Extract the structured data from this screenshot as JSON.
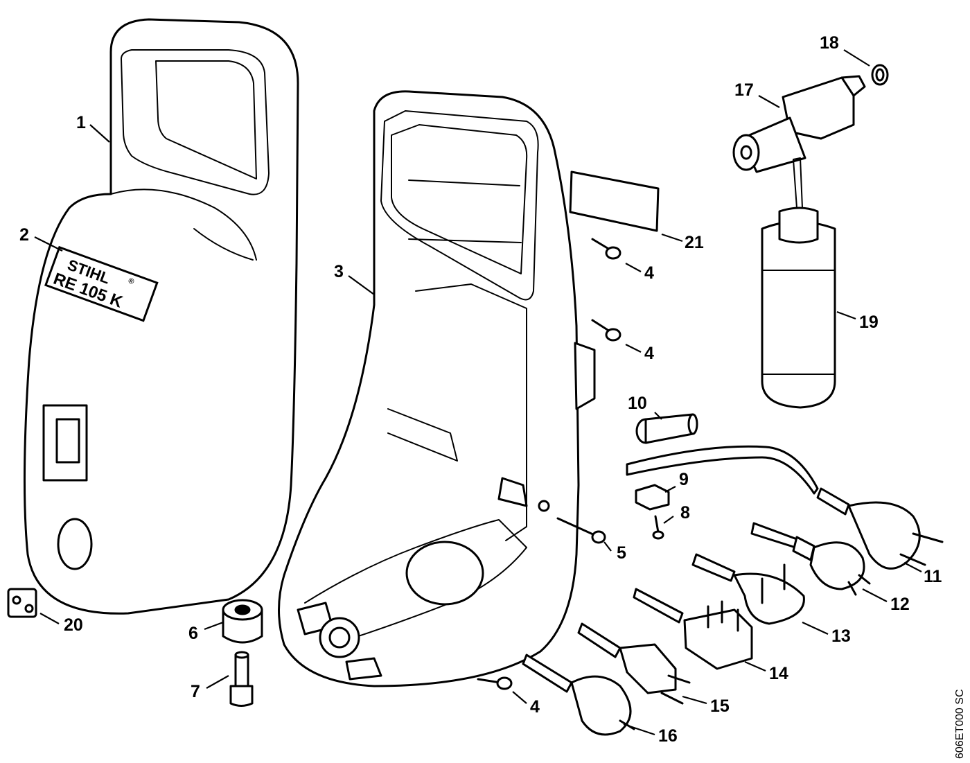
{
  "badge": {
    "brand": "STIHL",
    "registered": "®",
    "model": "RE 105 K"
  },
  "drawing_code": "606ET000 SC",
  "callouts": [
    {
      "id": "c1",
      "number": "1"
    },
    {
      "id": "c2",
      "number": "2"
    },
    {
      "id": "c3",
      "number": "3"
    },
    {
      "id": "c4a",
      "number": "4"
    },
    {
      "id": "c4b",
      "number": "4"
    },
    {
      "id": "c4c",
      "number": "4"
    },
    {
      "id": "c5",
      "number": "5"
    },
    {
      "id": "c6",
      "number": "6"
    },
    {
      "id": "c7",
      "number": "7"
    },
    {
      "id": "c8",
      "number": "8"
    },
    {
      "id": "c9",
      "number": "9"
    },
    {
      "id": "c10",
      "number": "10"
    },
    {
      "id": "c11",
      "number": "11"
    },
    {
      "id": "c12",
      "number": "12"
    },
    {
      "id": "c13",
      "number": "13"
    },
    {
      "id": "c14",
      "number": "14"
    },
    {
      "id": "c15",
      "number": "15"
    },
    {
      "id": "c16",
      "number": "16"
    },
    {
      "id": "c17",
      "number": "17"
    },
    {
      "id": "c18",
      "number": "18"
    },
    {
      "id": "c19",
      "number": "19"
    },
    {
      "id": "c20",
      "number": "20"
    },
    {
      "id": "c21",
      "number": "21"
    }
  ]
}
